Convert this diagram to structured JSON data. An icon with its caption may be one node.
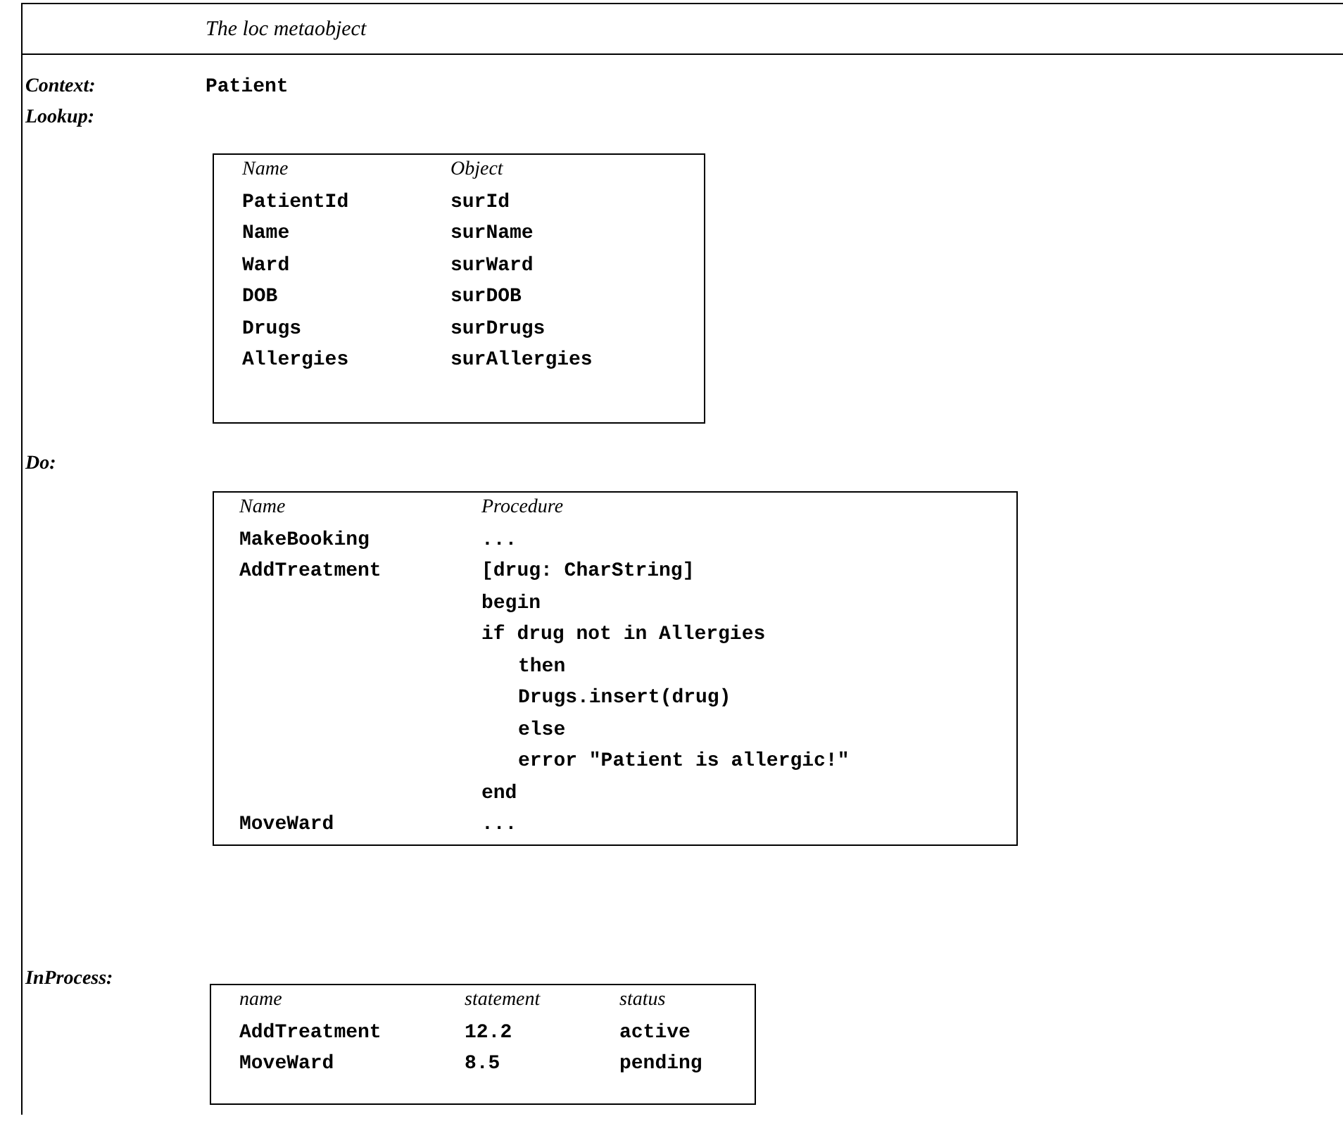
{
  "diagram": {
    "nodes": [
      {
        "text": [
          "The loc metaobject"
        ]
      },
      {
        "text": [
          "Name",
          "Object",
          "PatientId",
          "surId",
          "Name",
          "surName",
          "Ward",
          "surWard",
          "DOB",
          "surDOB",
          "Drugs",
          "surDrugs",
          "Allergies",
          "surAllergies"
        ],
        "in": 0
      },
      {
        "text": [
          "Name",
          "Procedure",
          "MakeBooking",
          "...",
          "AddTreatment",
          "[drug: CharString]",
          "begin",
          "if drug not in Allergies",
          "then",
          "Drugs.insert(drug)",
          "else",
          "error \"Patient is allergic!\"",
          "end",
          "MoveWard",
          "..."
        ],
        "in": 0
      },
      {
        "text": [
          "name",
          "statement",
          "status",
          "AddTreatment",
          "12.2",
          "active",
          "MoveWard",
          "8.5",
          "pending"
        ],
        "in": 0
      }
    ],
    "labels": [
      "Context:",
      "Patient",
      "Lookup:",
      "Do:",
      "InProcess:"
    ]
  }
}
